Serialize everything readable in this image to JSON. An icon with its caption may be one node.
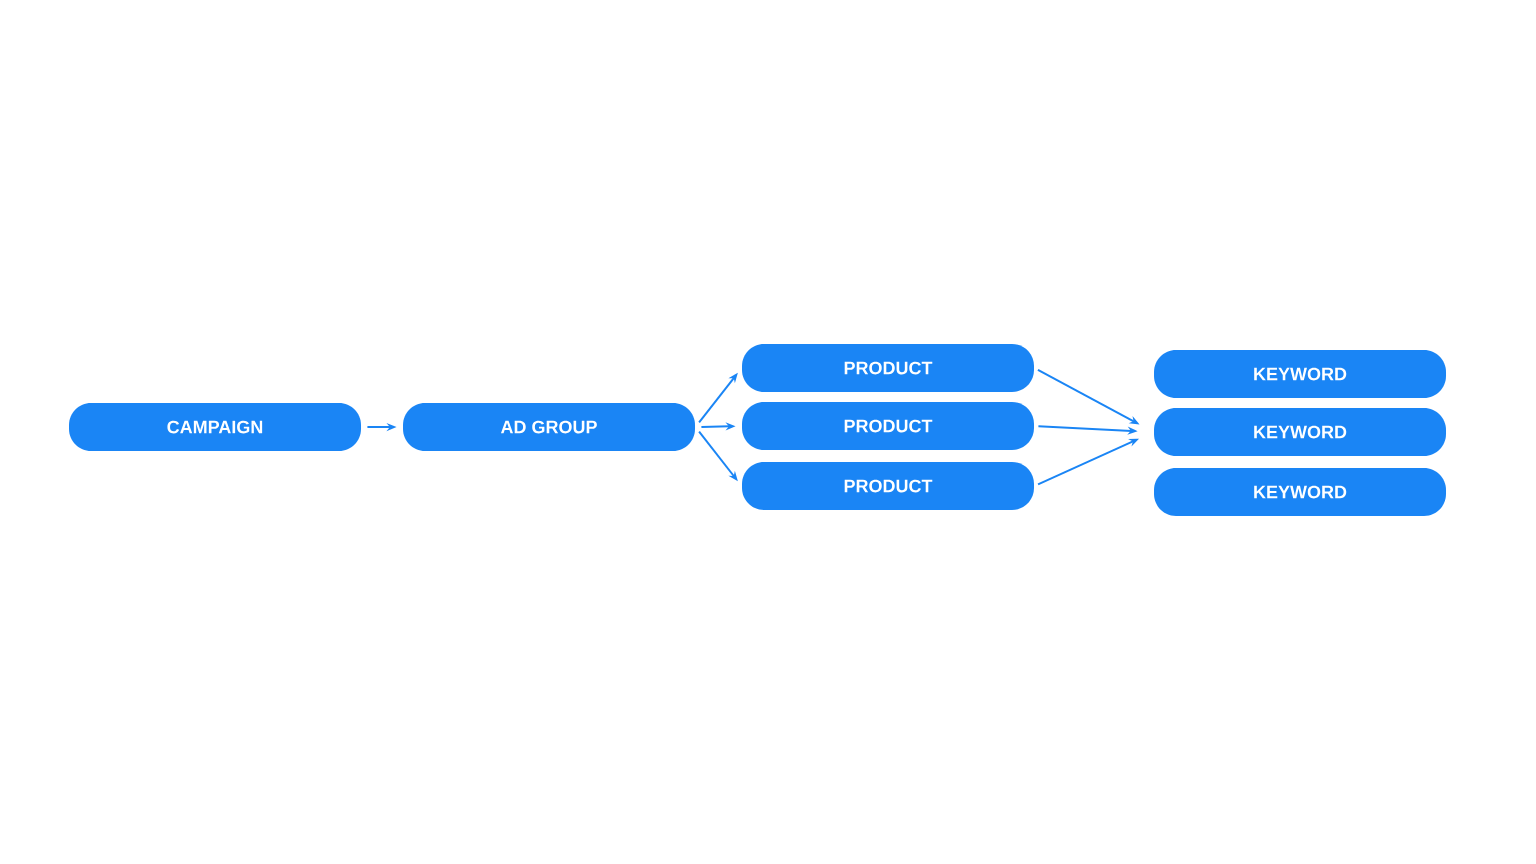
{
  "diagram": {
    "nodes": [
      {
        "text": [
          "CAMPAIGN"
        ]
      },
      {
        "text": [
          "AD GROUP"
        ]
      },
      {
        "text": [
          "PRODUCT"
        ]
      },
      {
        "text": [
          "PRODUCT"
        ]
      },
      {
        "text": [
          "PRODUCT"
        ]
      },
      {
        "text": [
          "KEYWORD"
        ]
      },
      {
        "text": [
          "KEYWORD"
        ]
      },
      {
        "text": [
          "KEYWORD"
        ]
      }
    ],
    "edges": [
      {
        "from": 0,
        "to": 1,
        "arrow": "to"
      },
      {
        "from": 1,
        "to": 2,
        "arrow": "to"
      },
      {
        "from": 1,
        "to": 3,
        "arrow": "to"
      },
      {
        "from": 1,
        "to": 4,
        "arrow": "to"
      },
      {
        "from": 2,
        "to": 6,
        "arrow": "to"
      },
      {
        "from": 3,
        "to": 6,
        "arrow": "to"
      },
      {
        "from": 4,
        "to": 6,
        "arrow": "to"
      }
    ]
  }
}
